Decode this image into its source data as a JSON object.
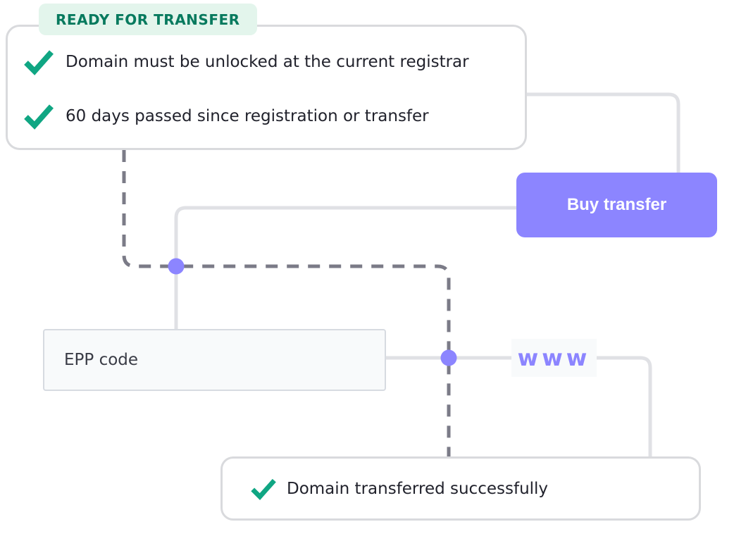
{
  "colors": {
    "accent": "#8c85ff",
    "success": "#10a683",
    "badge_bg": "#e3f5ec",
    "badge_text": "#077a5e",
    "text_dark": "#21222c",
    "line_solid": "#e0e1e5",
    "line_dashed": "#7b7b87",
    "field_bg": "#f8fafb",
    "field_border": "#d7dbe1",
    "box_border": "#d9dadd"
  },
  "ready_box": {
    "badge_label": "READY FOR TRANSFER",
    "items": [
      {
        "icon": "check-icon",
        "label": "Domain must be unlocked at the current registrar"
      },
      {
        "icon": "check-icon",
        "label": "60 days passed since registration or transfer"
      }
    ]
  },
  "buy_button": {
    "label": "Buy transfer"
  },
  "epp_field": {
    "placeholder": "EPP code"
  },
  "www_badge": {
    "label": "www"
  },
  "done_box": {
    "icon": "check-icon",
    "label": "Domain transferred successfully"
  }
}
